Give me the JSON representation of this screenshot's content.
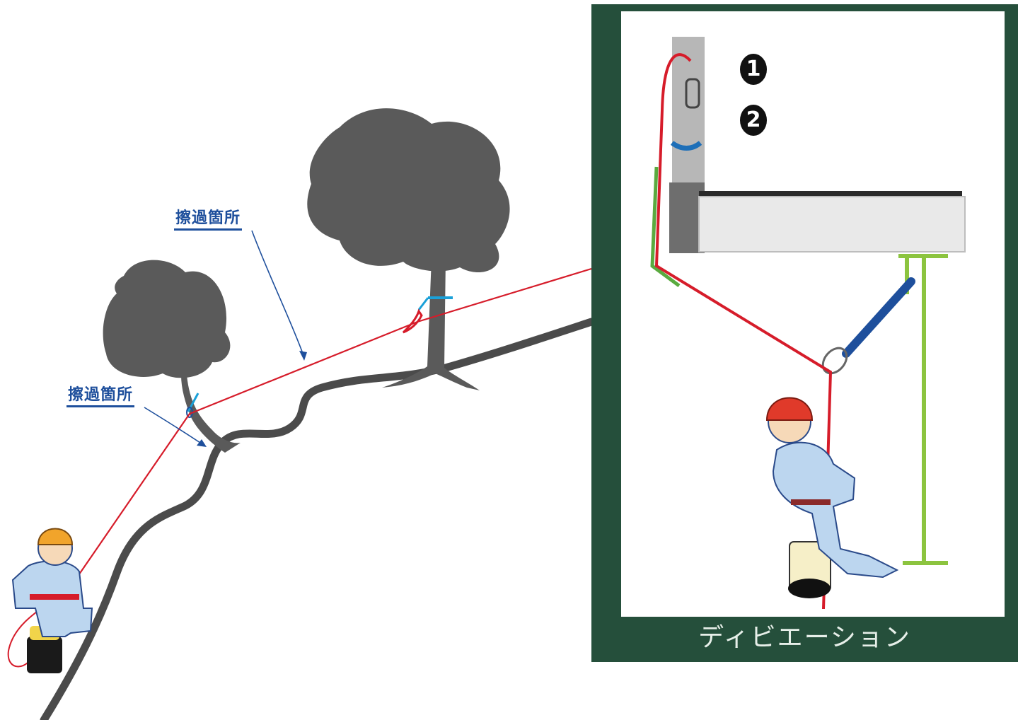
{
  "labels": {
    "upper_callout": "擦過箇所",
    "lower_callout": "擦過箇所"
  },
  "panel": {
    "caption": "ディビエーション",
    "badge_1": "1",
    "badge_2": "2"
  },
  "colors": {
    "ground": "#4b4b4b",
    "tree": "#5a5a5a",
    "rope": "#d61c2a",
    "sling": "#1aa0d8",
    "callout": "#1e4f9c",
    "panel_frame": "#254f3b",
    "deviation_bar": "#8cc43f"
  }
}
